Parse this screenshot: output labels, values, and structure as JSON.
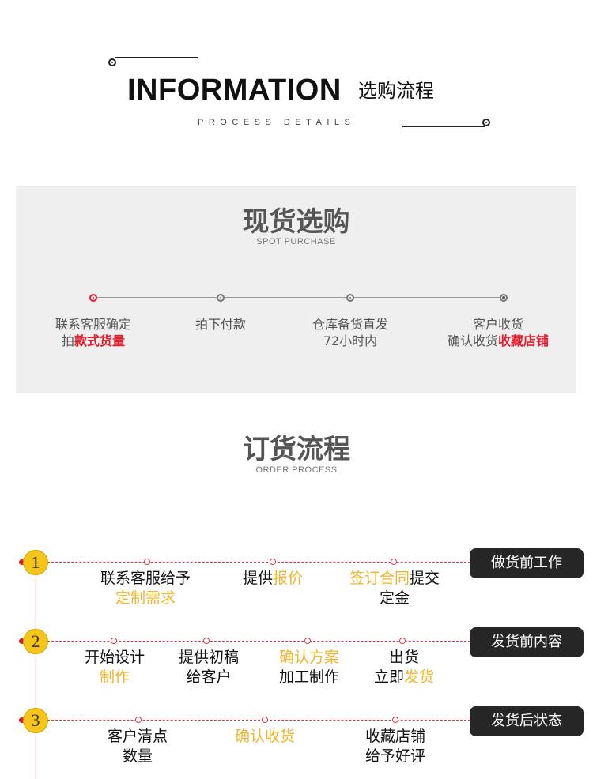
{
  "header": {
    "title_en": "INFORMATION",
    "title_zh": "选购流程",
    "subtitle_en": "PROCESS DETAILS"
  },
  "spot": {
    "title": "现货选购",
    "subtitle": "SPOT PURCHASE",
    "steps": [
      {
        "line1": "联系客服确定",
        "line2_plain": "拍",
        "line2_red": "款式货量"
      },
      {
        "line1": "拍下付款",
        "line2_plain": "",
        "line2_red": ""
      },
      {
        "line1": "仓库备货直发",
        "line2_plain": "72小时内",
        "line2_red": ""
      },
      {
        "line1": "客户收货",
        "line2_plain": "确认收货",
        "line2_red": "收藏店铺"
      }
    ]
  },
  "order": {
    "title": "订货流程",
    "subtitle": "ORDER PROCESS",
    "rows": [
      {
        "number": "1",
        "tag": "做货前工作",
        "steps": [
          {
            "a": "联系客服给予",
            "b_yellow": "定制需求"
          },
          {
            "a": "提供",
            "a_yellow": "报价"
          },
          {
            "a_yellow": "签订合同",
            "a": "提交",
            "b": "定金"
          }
        ]
      },
      {
        "number": "2",
        "tag": "发货前内容",
        "steps": [
          {
            "a": "开始设计",
            "b_yellow": "制作"
          },
          {
            "a": "提供初稿",
            "b": "给客户"
          },
          {
            "a_yellow": "确认方案",
            "b": "加工制作"
          },
          {
            "a": "出货",
            "b": "立即",
            "b_yellow": "发货"
          }
        ]
      },
      {
        "number": "3",
        "tag": "发货后状态",
        "steps": [
          {
            "a": "客户清点",
            "b": "数量"
          },
          {
            "a_yellow": "确认收货"
          },
          {
            "a": "收藏店铺",
            "b": "给予好评"
          }
        ]
      }
    ]
  },
  "colors": {
    "accent_red": "#e61c2c",
    "accent_yellow": "#f0b52a",
    "badge_yellow": "#f5c51a",
    "tag_bg": "#262626",
    "panel_bg": "#efefef"
  }
}
